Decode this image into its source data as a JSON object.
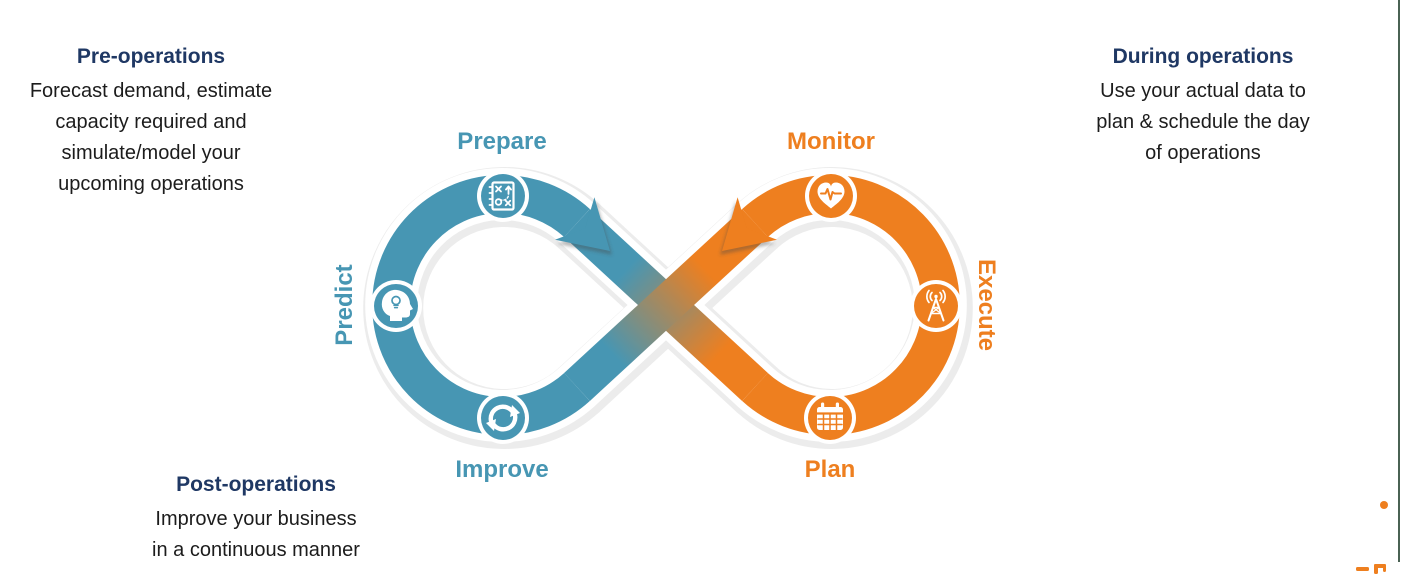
{
  "colors": {
    "teal": "#4796b3",
    "orange": "#ee7f1f",
    "navy": "#1f3864",
    "text_dark": "#1c1c1c",
    "track_gray": "#ececec",
    "edge_line": "#4a6253"
  },
  "annotations": {
    "pre": {
      "title": "Pre-operations",
      "lines": [
        "Forecast demand, estimate",
        "capacity required and",
        "simulate/model your",
        "upcoming operations"
      ]
    },
    "during": {
      "title": "During operations",
      "lines": [
        "Use your actual data to",
        "plan & schedule the day",
        "of operations"
      ]
    },
    "post": {
      "title": "Post-operations",
      "lines": [
        "Improve your business",
        "in a continuous manner"
      ]
    }
  },
  "diagram": {
    "labels": {
      "prepare": "Prepare",
      "predict": "Predict",
      "improve": "Improve",
      "monitor": "Monitor",
      "execute": "Execute",
      "plan": "Plan"
    },
    "icons": {
      "prepare": "strategy-board-icon",
      "predict": "head-lightbulb-icon",
      "improve": "sync-arrows-icon",
      "monitor": "heartbeat-icon",
      "execute": "broadcast-tower-icon",
      "plan": "calendar-icon"
    }
  }
}
